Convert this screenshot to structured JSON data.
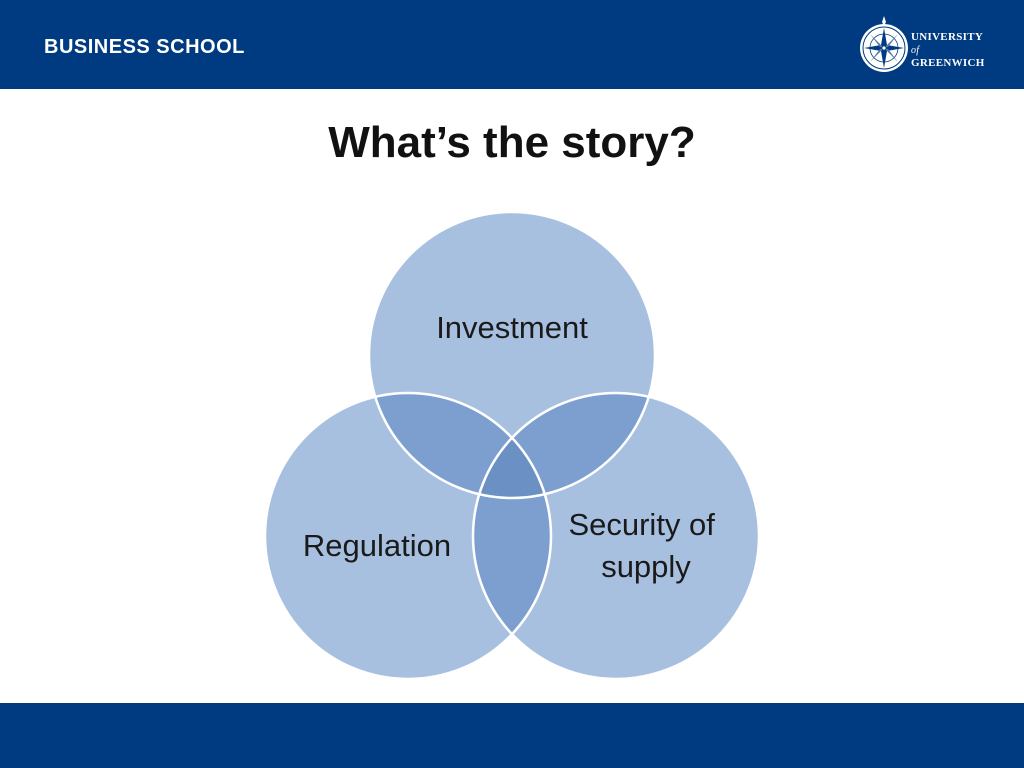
{
  "header": {
    "school_name": "BUSINESS SCHOOL",
    "logo": {
      "line1": "UNIVERSITY",
      "line2": "of",
      "line3": "GREENWICH",
      "icon": "compass-rose-icon"
    }
  },
  "title": "What’s the story?",
  "venn": {
    "circles": [
      {
        "label_lines": [
          "Investment"
        ]
      },
      {
        "label_lines": [
          "Regulation"
        ]
      },
      {
        "label_lines": [
          "Security of",
          "supply"
        ]
      }
    ]
  },
  "colors": {
    "brand_blue": "#003a80",
    "circle_fill": "#a8c0e0",
    "circle_stroke": "#ffffff",
    "overlap": "#7a9ece"
  }
}
